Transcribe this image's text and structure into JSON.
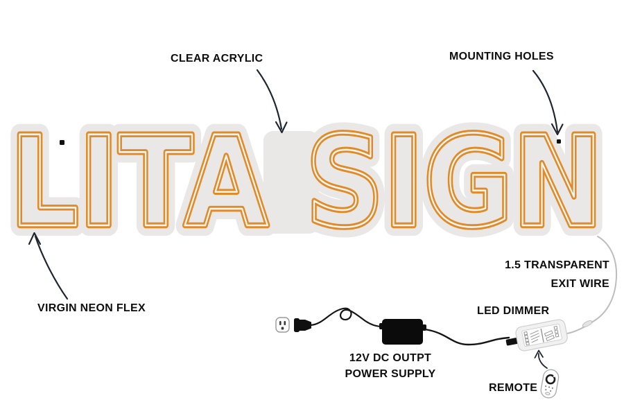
{
  "sign": {
    "text": "LITA SIGN"
  },
  "labels": {
    "clear_acrylic": "CLEAR ACRYLIC",
    "mounting_holes": "MOUNTING HOLES",
    "virgin_neon_flex": "VIRGIN NEON FLEX",
    "exit_wire_line1": "1.5 TRANSPARENT",
    "exit_wire_line2": "EXIT WIRE",
    "led_dimmer": "LED DIMMER",
    "power_supply_line1": "12V DC OUTPT",
    "power_supply_line2": "POWER SUPPLY",
    "remote": "REMOTE"
  },
  "icons": {
    "outlet": "power-outlet-icon",
    "plug": "power-plug-icon",
    "power_supply": "power-supply-brick-icon",
    "led_dimmer": "led-dimmer-box-icon",
    "remote": "remote-control-icon",
    "mounting_hole": "mounting-hole-dot"
  },
  "colors": {
    "neon": "#E18A28",
    "acrylic": "#E9E8E6",
    "tube_core": "#F7F5F1",
    "wire": "#BDBDBD",
    "device_black": "#0F0F0F",
    "arrow": "#1F2630",
    "label_text": "#0D0D0D"
  }
}
